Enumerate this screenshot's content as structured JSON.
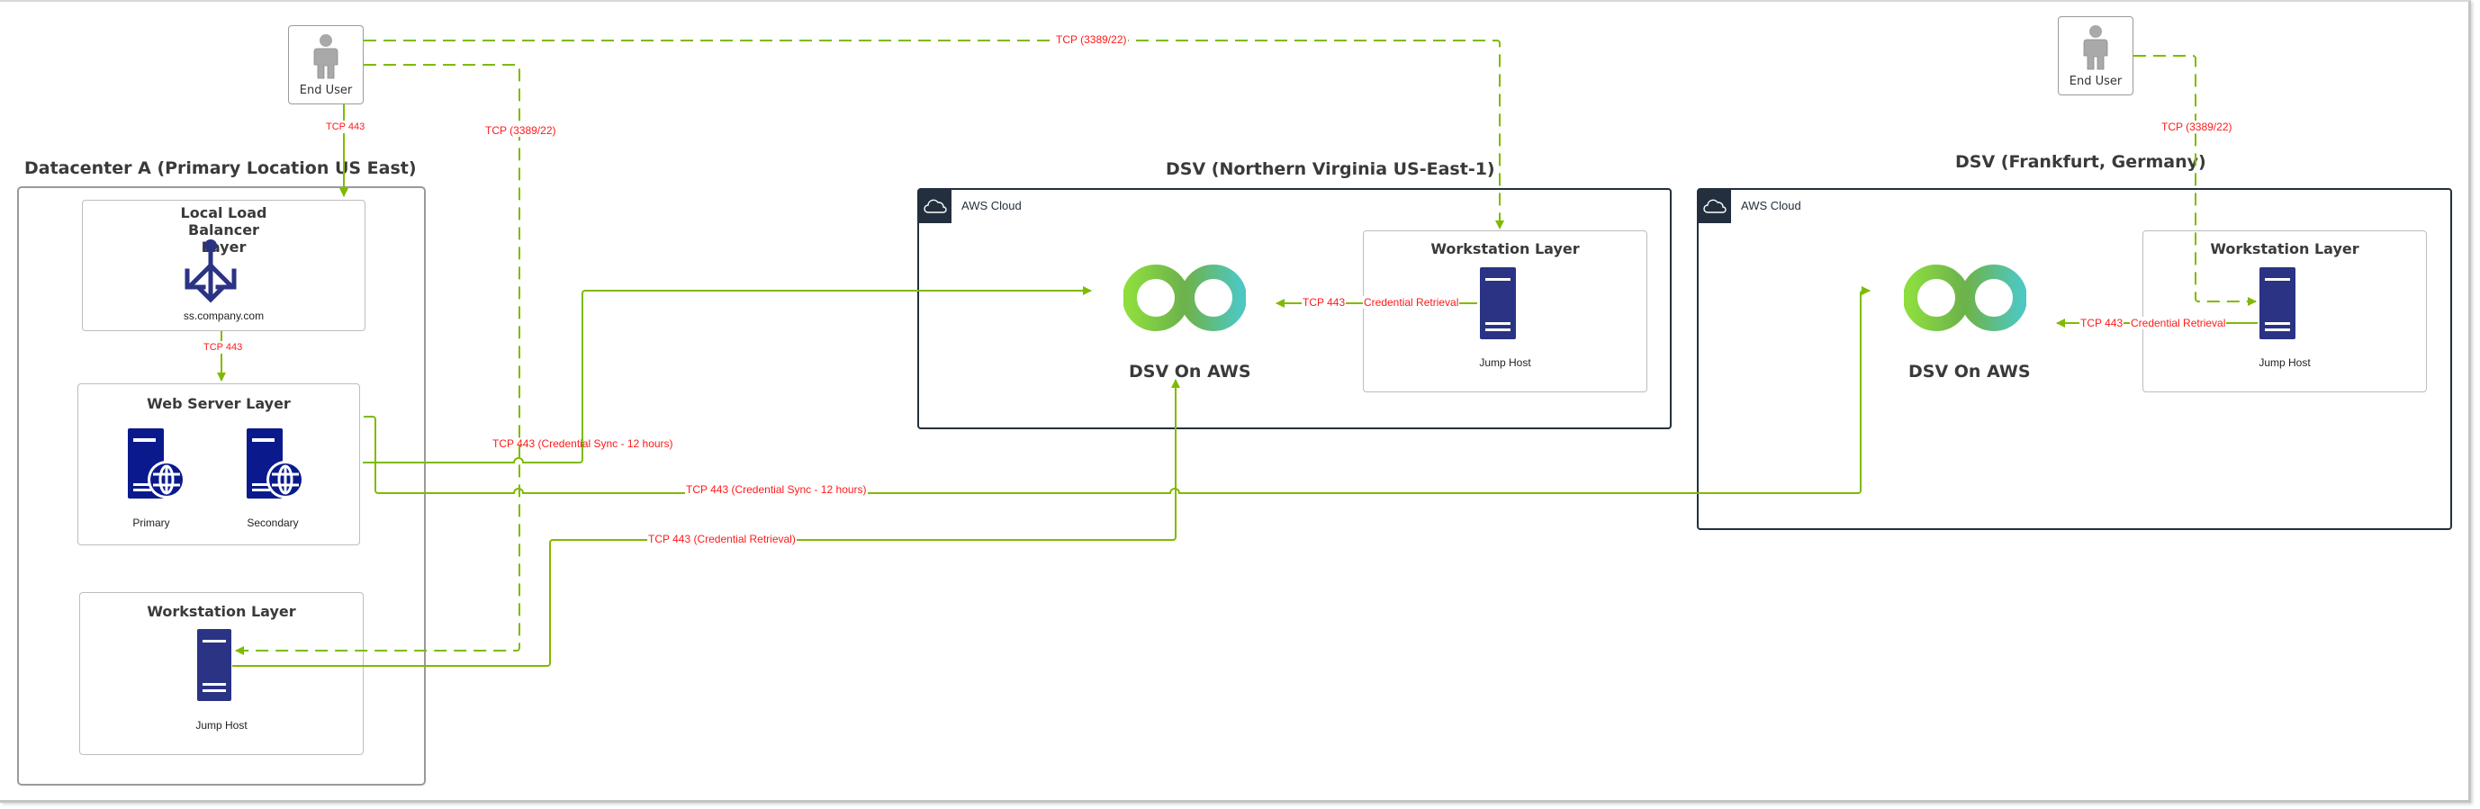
{
  "diagram": {
    "colors": {
      "connector": "#7fba00",
      "label": "#ff1a1a",
      "server": "#2a3384",
      "web_server": "#0a1a8c",
      "aws_dark": "#232f3e",
      "title": "#3a3a3a"
    },
    "end_users": [
      {
        "label": "End User",
        "icon": "person-icon"
      },
      {
        "label": "End User",
        "icon": "person-icon"
      }
    ],
    "datacenter": {
      "title": "Datacenter A (Primary Location US East)",
      "load_balancer": {
        "title": "Local Load Balancer Layer",
        "icon": "load-balancer-icon",
        "caption": "ss.company.com"
      },
      "web_server_layer": {
        "title": "Web Server Layer",
        "servers": [
          {
            "label": "Primary",
            "icon": "web-server-icon"
          },
          {
            "label": "Secondary",
            "icon": "web-server-icon"
          }
        ]
      },
      "workstation_layer": {
        "title": "Workstation Layer",
        "host": {
          "label": "Jump Host",
          "icon": "server-icon"
        }
      }
    },
    "dsv_regions": [
      {
        "title": "DSV (Northern Virginia US-East-1)",
        "cloud_label": "AWS Cloud",
        "service": {
          "label": "DSV On AWS",
          "icon": "dsv-infinity-icon"
        },
        "workstation_layer": {
          "title": "Workstation Layer",
          "host": {
            "label": "Jump Host",
            "icon": "server-icon"
          }
        }
      },
      {
        "title": "DSV (Frankfurt, Germany)",
        "cloud_label": "AWS Cloud",
        "service": {
          "label": "DSV On AWS",
          "icon": "dsv-infinity-icon"
        },
        "workstation_layer": {
          "title": "Workstation Layer",
          "host": {
            "label": "Jump Host",
            "icon": "server-icon"
          }
        }
      }
    ],
    "connections": [
      {
        "id": "user-to-lb",
        "label": "TCP 443",
        "style": "solid"
      },
      {
        "id": "user-to-dc-jumphost",
        "label": "TCP (3389/22)",
        "style": "dashed"
      },
      {
        "id": "user-to-va-jumphost",
        "label": "TCP (3389/22)",
        "style": "dashed"
      },
      {
        "id": "lb-to-web",
        "label": "TCP 443",
        "style": "solid"
      },
      {
        "id": "web-to-va-dsv",
        "label": "TCP 443 (Credential Sync - 12 hours)",
        "style": "solid"
      },
      {
        "id": "web-to-fra-dsv",
        "label": "TCP 443 (Credential Sync - 12 hours)",
        "style": "solid"
      },
      {
        "id": "dc-jumphost-to-va-dsv",
        "label": "TCP 443 (Credential Retrieval)",
        "style": "solid"
      },
      {
        "id": "va-jumphost-to-dsv",
        "label_a": "TCP 443",
        "label_b": "Credential Retrieval",
        "style": "solid"
      },
      {
        "id": "fra-user-to-jumphost",
        "label": "TCP (3389/22)",
        "style": "dashed"
      },
      {
        "id": "fra-jumphost-to-dsv",
        "label_a": "TCP 443",
        "label_b": "Credential Retrieval",
        "style": "solid"
      }
    ]
  }
}
